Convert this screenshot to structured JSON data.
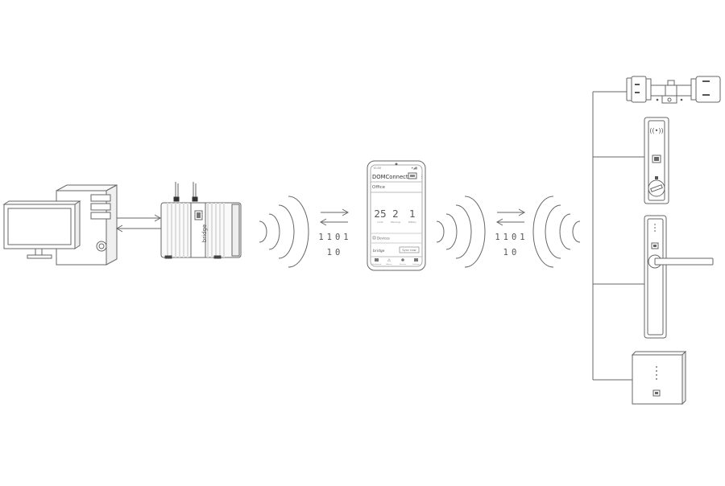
{
  "bridge": {
    "brand": "bridge"
  },
  "link_left": {
    "bits_line1": "1101",
    "bits_line2": "10"
  },
  "link_right": {
    "bits_line1": "1101",
    "bits_line2": "10"
  },
  "phone": {
    "status_time": "10:00",
    "app_title": "DOMConnect",
    "site": "Office",
    "stats": [
      {
        "value": "25",
        "label": "Locks"
      },
      {
        "value": "2",
        "label": "Warnings"
      },
      {
        "value": "1",
        "label": "Battery"
      }
    ],
    "devices_label": "Devices",
    "bridge_label": "bridge",
    "sync_button": "Sync now",
    "nav": [
      "Dashboard",
      "Alarms",
      "Devices",
      "Settings"
    ]
  },
  "colors": {
    "line": "#666666",
    "stroke": "#555555",
    "fill": "#f2f2f2"
  }
}
